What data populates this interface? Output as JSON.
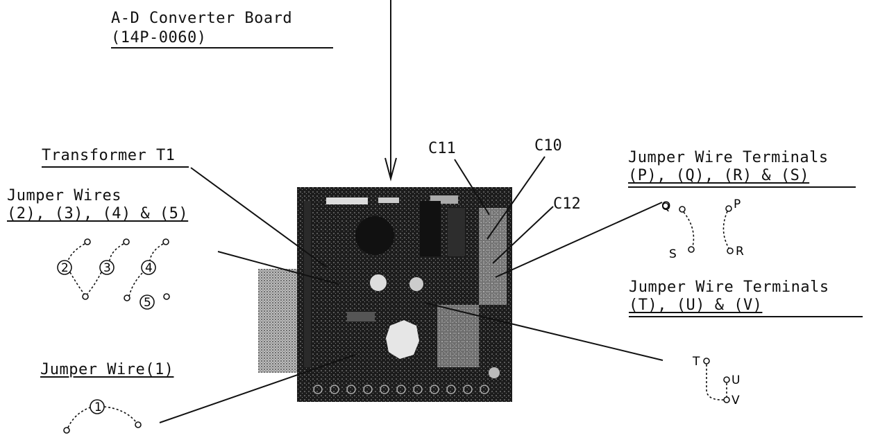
{
  "board": {
    "title_line1": "A-D Converter Board",
    "title_line2": "(14P-0060)"
  },
  "labels": {
    "transformer": "Transformer T1",
    "jumper_wires_line1": "Jumper Wires",
    "jumper_wires_line2": "(2), (3), (4) & (5)",
    "jumper_wire_1": "Jumper Wire(1)",
    "terminals_pqrs_line1": "Jumper Wire Terminals",
    "terminals_pqrs_line2": "(P), (Q), (R) & (S)",
    "terminals_tuv_line1": "Jumper Wire Terminals",
    "terminals_tuv_line2": "(T), (U) & (V)"
  },
  "capacitors": {
    "c11": "C11",
    "c10": "C10",
    "c12": "C12"
  },
  "sketch_marks": {
    "jw2": "2",
    "jw3": "3",
    "jw4": "4",
    "jw5": "5",
    "jw1": "1",
    "q": "Q",
    "p": "P",
    "s": "S",
    "r": "R",
    "t": "T",
    "u": "U",
    "v": "V"
  }
}
